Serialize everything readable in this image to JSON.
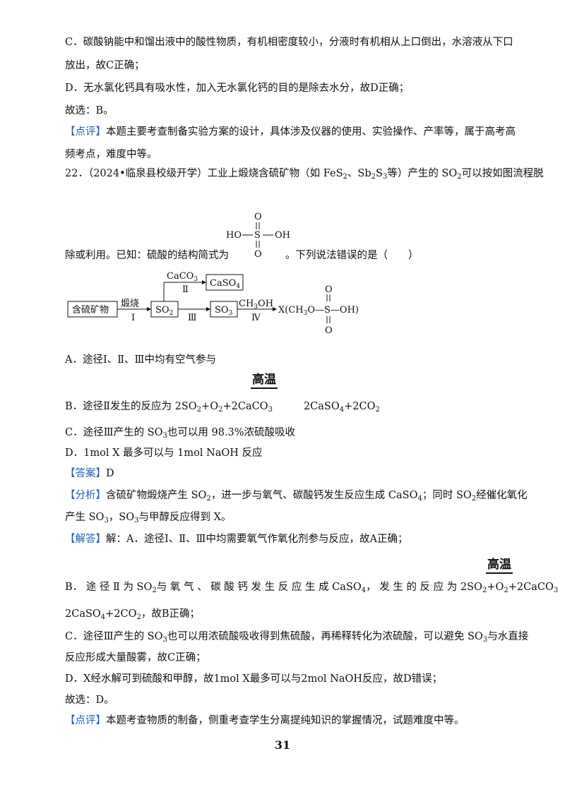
{
  "lines": {
    "c_prev_1": "C．碳酸钠能中和馏出液中的酸性物质，有机相密度较小，分液时有机相从上口倒出，水溶液从下口",
    "c_prev_2": "放出，故C正确；",
    "d_prev": "D．无水氯化钙具有吸水性，加入无水氯化钙的目的是除去水分，故D正确；",
    "choose_prev": "故选：B。",
    "comment_prev_tag": "【点评】",
    "comment_prev_1": "本题主要考查制备实验方案的设计，具体涉及仪器的使用、实验操作、产率等，属于高考高",
    "comment_prev_2": "频考点，难度中等。",
    "q22_a": "22．（2024•临泉县校级开学）工业上煅烧含硫矿物（如 FeS",
    "q22_b": "、Sb",
    "q22_c": "S",
    "q22_d": "等）产生的 SO",
    "q22_e": "可以按如图流程脱",
    "q22_2a": "除或利用。已知：硫酸的结构简式为",
    "q22_2b": "。下列说法错误的是（　　）",
    "optA": "A．途径Ⅰ、Ⅱ、Ⅲ中均有空气参与",
    "optB_a": "B．途径Ⅱ发生的反应为 2SO",
    "optB_b": "+O",
    "optB_c": "+2CaCO",
    "optB_d": "2CaSO",
    "optB_e": "+2CO",
    "optC_a": "C．途径Ⅲ产生的 SO",
    "optC_b": "也可以用 98.3%浓硫酸吸收",
    "optD": "D．1mol  X 最多可以与 1mol  NaOH 反应",
    "answer_tag": "【答案】",
    "answer_val": "D",
    "analysis_tag": "【分析】",
    "analysis_1a": "含硫矿物煅烧产生 SO",
    "analysis_1b": "，进一步与氧气、碳酸钙发生反应生成 CaSO",
    "analysis_1c": "；同时 SO",
    "analysis_1d": "经催化氧化",
    "analysis_2a": "产生 SO",
    "analysis_2b": "，SO",
    "analysis_2c": "与甲醇反应得到 X。",
    "solution_tag": "【解答】",
    "solution_1": "解：A．途径Ⅰ、Ⅱ、Ⅲ中均需要氧气作氧化剂参与反应，故A正确；",
    "solB_a": "B． 途 径 Ⅱ 为 SO",
    "solB_b": "与 氧 气 、 碳 酸 钙 发 生 反 应 生 成 CaSO",
    "solB_c": "， 发 生 的 反 应 为 2SO",
    "solB_d": "+O",
    "solB_e": "+2CaCO",
    "solB2_a": "2CaSO",
    "solB2_b": "+2CO",
    "solB2_c": "，故B正确；",
    "solC_1a": "C．途径Ⅲ产生的 SO",
    "solC_1b": "也可以用浓硫酸吸收得到焦硫酸，再稀释转化为浓硫酸，可以避免 SO",
    "solC_1c": "与水直接",
    "solC_2": "反应形成大量酸雾，故C正确；",
    "solD": "D．X经水解可到硫酸和甲醇，故1mol  X最多可以与2mol  NaOH反应，故D错误；",
    "choose": "故选：D。",
    "comment_tag": "【点评】",
    "comment_text": "本题考查物质的制备，侧重考查学生分离提纯知识的掌握情况，试题难度中等。",
    "gaowen": "高温",
    "page_number": "31",
    "sub2": "2",
    "sub3": "3",
    "sub4": "4"
  },
  "flow": {
    "mineral": "含硫矿物",
    "calcine": "煅烧",
    "step1": "Ⅰ",
    "so2": "SO",
    "step2": "Ⅱ",
    "caco3": "CaCO",
    "caso4": "CaSO",
    "step3": "Ⅲ",
    "so3": "SO",
    "ch3oh": "CH",
    "ch3oh_tail": "OH",
    "step4": "Ⅳ",
    "x_formula_a": "X(CH",
    "x_formula_b": "O—S—OH)",
    "o_top": "O",
    "o_bot": "O"
  },
  "struct": {
    "ho": "HO",
    "s": "S",
    "oh": "OH",
    "o_top": "O",
    "o_bot": "O"
  }
}
